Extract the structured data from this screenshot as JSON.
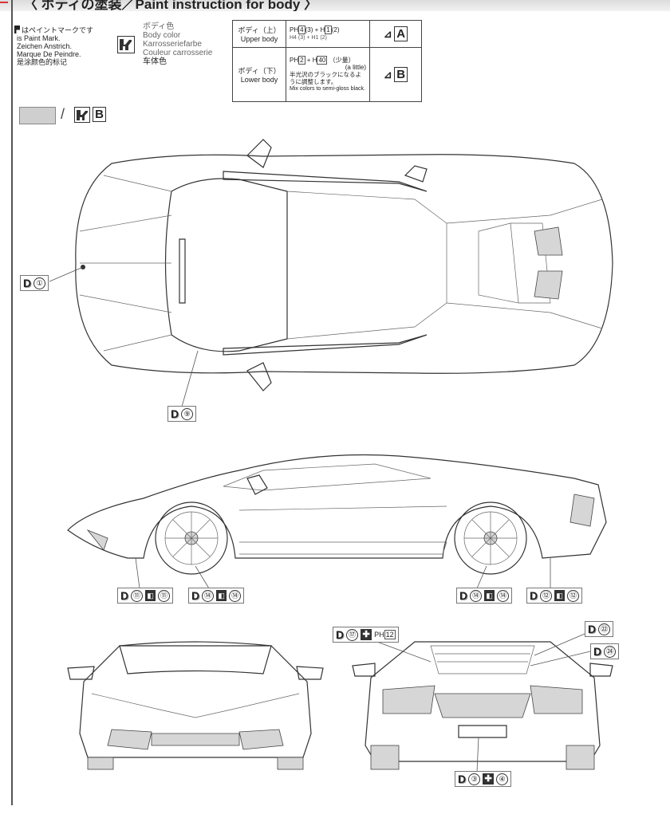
{
  "header": {
    "title": "〈 ボディの塗装／Paint instruction for body 〉"
  },
  "legend": {
    "paint_mark_lines": [
      "はペイントマークです",
      "is Paint Mark.",
      "Zeichen Anstrich.",
      "Marque De Peindre.",
      "是涂颜色的标记"
    ],
    "body_color_lines": [
      "ボディ色",
      "Body color",
      "Karrosseriefarbe",
      "Couleur carrosserie",
      "车体色"
    ],
    "body_icon": "body-color-icon"
  },
  "paint_table": {
    "rows": [
      {
        "part_jp": "ボディ（上）",
        "part_en": "Upper body",
        "mix": "H4 (3) + H1 (2)",
        "ph": "PH",
        "c1": "4",
        "r1": "(3)",
        "h": "H",
        "c2": "1",
        "r2": "(2)",
        "code": "A"
      },
      {
        "part_jp": "ボディ（下）",
        "part_en": "Lower body",
        "ph": "PH",
        "c1": "2",
        "h": "H",
        "c2": "40",
        "amount_jp": "（少量）",
        "amount_en": "(a little)",
        "note_jp": "半光沢のブラックになるように調整します。",
        "note_en": "Mix colors to semi-gloss black.",
        "code": "B"
      }
    ]
  },
  "swatch": {
    "separator": "/",
    "code": "B",
    "color": "#cfcfcf"
  },
  "callouts": {
    "top_front": {
      "d": "D",
      "n": "①"
    },
    "top_mirror": {
      "d": "D",
      "n": "⑨"
    },
    "side_front_lower": {
      "d": "D",
      "n1": "⑪",
      "n2": "⑪"
    },
    "side_front_wheel": {
      "d": "D",
      "n1": "⑭",
      "n2": "⑭"
    },
    "side_rear_wheel": {
      "d": "D",
      "n1": "⑭",
      "n2": "⑭"
    },
    "side_rear_lower": {
      "d": "D",
      "n1": "⑫",
      "n2": "⑫"
    },
    "rear_lamp": {
      "d": "D",
      "n1": "⑰",
      "ph": "PH",
      "n2": "12"
    },
    "rear_22": {
      "d": "D",
      "n": "㉒"
    },
    "rear_24": {
      "d": "D",
      "n": "㉔"
    },
    "rear_exhaust": {
      "d": "D",
      "n1": "③",
      "n2": "④"
    }
  }
}
